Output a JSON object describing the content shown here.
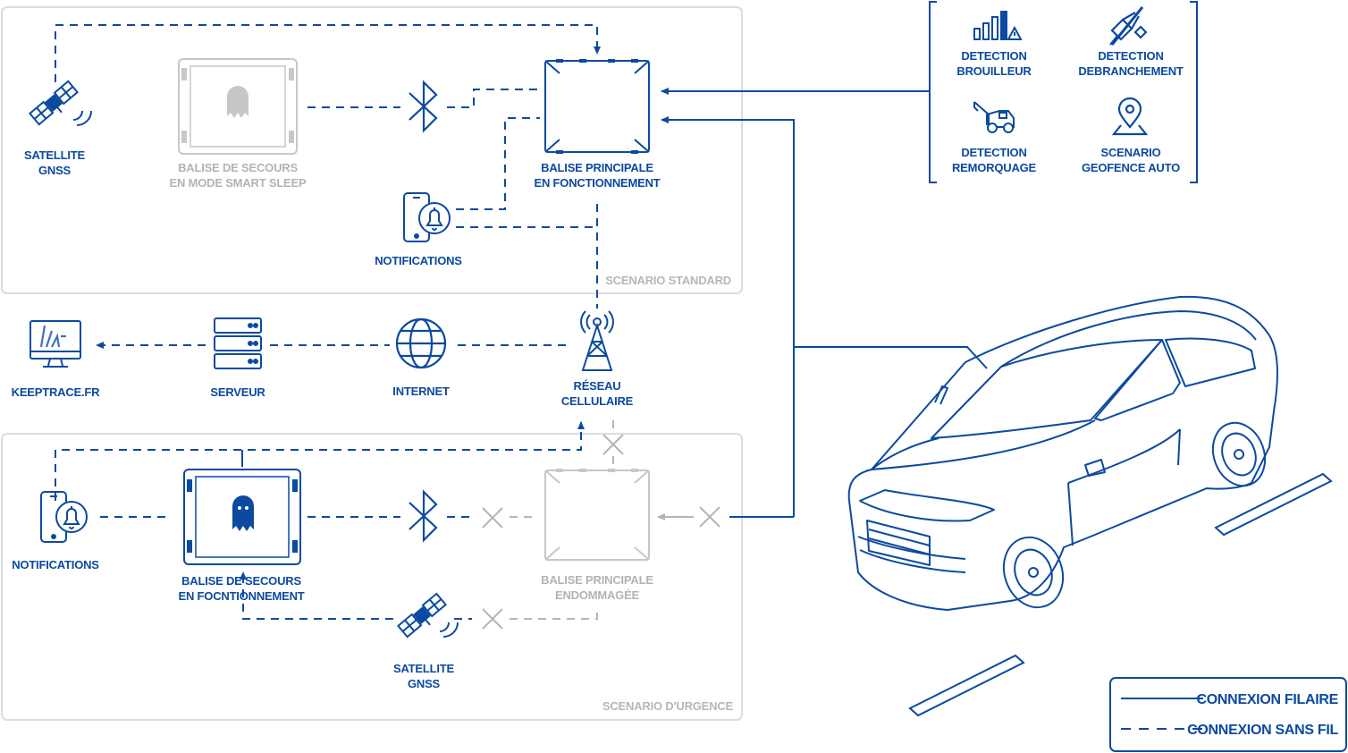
{
  "colors": {
    "primary": "#0b4aa0",
    "inactive": "#b5b5b5",
    "frame": "#d9d9d9"
  },
  "scenarios": {
    "standard": "SCENARIO STANDARD",
    "urgence": "SCENARIO D'URGENCE"
  },
  "detections": [
    {
      "icon": "signal-warning-icon",
      "line1": "DETECTION",
      "line2": "BROUILLEUR"
    },
    {
      "icon": "unplug-icon",
      "line1": "DETECTION",
      "line2": "DEBRANCHEMENT"
    },
    {
      "icon": "tow-truck-icon",
      "line1": "DETECTION",
      "line2": "REMORQUAGE"
    },
    {
      "icon": "location-pin-icon",
      "line1": "SCENARIO",
      "line2": "GEOFENCE AUTO"
    }
  ],
  "standard": {
    "satellite": {
      "line1": "SATELLITE",
      "line2": "GNSS"
    },
    "backup": {
      "line1": "BALISE DE SECOURS",
      "line2": "EN MODE SMART SLEEP"
    },
    "main": {
      "line1": "BALISE PRINCIPALE",
      "line2": "EN FONCTIONNEMENT"
    },
    "notifications": "NOTIFICATIONS"
  },
  "network": {
    "keeptrace": "KEEPTRACE.FR",
    "serveur": "SERVEUR",
    "internet": "INTERNET",
    "cellular": {
      "line1": "RÉSEAU",
      "line2": "CELLULAIRE"
    }
  },
  "urgence": {
    "notifications": "NOTIFICATIONS",
    "backup": {
      "line1": "BALISE DE SECOURS",
      "line2": "EN FOCNTIONNEMENT"
    },
    "main": {
      "line1": "BALISE PRINCIPALE",
      "line2": "ENDOMMAGÉE"
    },
    "satellite": {
      "line1": "SATELLITE",
      "line2": "GNSS"
    }
  },
  "legend": {
    "wired": "CONNEXION FILAIRE",
    "wireless": "CONNEXION SANS FIL"
  }
}
